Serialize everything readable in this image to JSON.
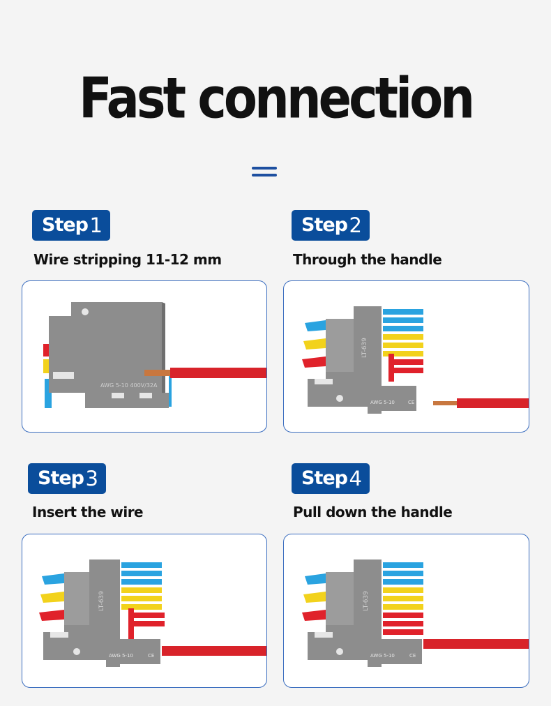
{
  "title": "Fast connection",
  "steps": [
    {
      "word": "Step",
      "num": "1",
      "desc": "Wire stripping 11-12 mm"
    },
    {
      "word": "Step",
      "num": "2",
      "desc": "Through the handle"
    },
    {
      "word": "Step",
      "num": "3",
      "desc": "Insert the wire"
    },
    {
      "word": "Step",
      "num": "4",
      "desc": "Pull down the handle"
    }
  ],
  "product": {
    "model": "LT-639",
    "rating": "AWG 5-10",
    "mark": "CE",
    "side_text": "AWG 5-10  400V/32A"
  },
  "colors": {
    "badge": "#0a4d9b",
    "accent": "#1d4fa0",
    "card_border": "#3a6dbf",
    "housing": "#8d8d8d",
    "blue_lever": "#2aa3e0",
    "yellow_lever": "#f2d21c",
    "red_lever": "#e0222b",
    "wire": "#d8232a",
    "copper": "#c8773f"
  }
}
